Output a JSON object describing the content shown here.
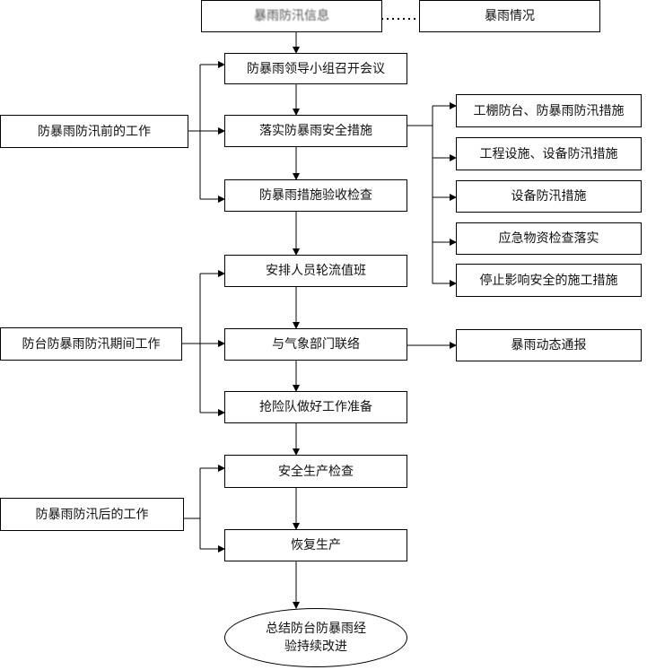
{
  "top": {
    "source": "暴雨防汛信息",
    "weather": "暴雨情况"
  },
  "left_phases": {
    "before": "防暴雨防汛前的工作",
    "during": "防台防暴雨防汛期间工作",
    "after": "防暴雨防汛后的工作"
  },
  "main_steps": {
    "meeting": "防暴雨领导小组召开会议",
    "implement": "落实防暴雨安全措施",
    "inspect": "防暴雨措施验收检查",
    "shift": "安排人员轮流值班",
    "contact": "与气象部门联络",
    "rescue": "抢险队做好工作准备",
    "safety_check": "安全生产检查",
    "resume": "恢复生产"
  },
  "measures": [
    "工棚防台、防暴雨防汛措施",
    "工程设施、设备防汛措施",
    "设备防汛措施",
    "应急物资检查落实",
    "停止影响安全的施工措施"
  ],
  "report": "暴雨动态通报",
  "final": {
    "line1": "总结防台防暴雨经",
    "line2": "验持续改进"
  }
}
